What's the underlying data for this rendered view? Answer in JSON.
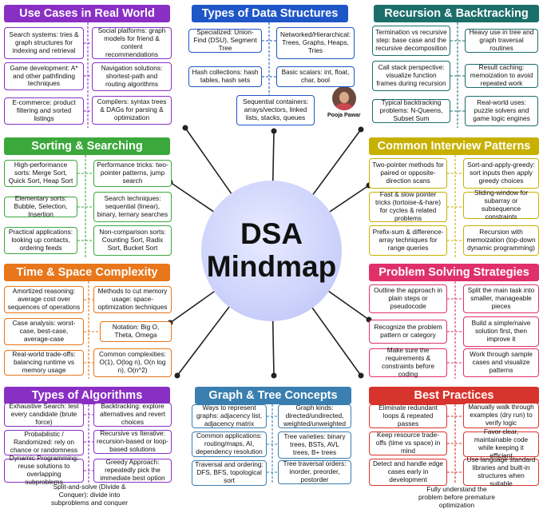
{
  "title_lines": [
    "DSA",
    "Mindmap"
  ],
  "author": "Pooja Pawar",
  "colors": {
    "purple": "#8a2fc4",
    "blue": "#1e56c8",
    "teal": "#1b6e6a",
    "green": "#3ba83b",
    "yellow": "#c8b000",
    "orange": "#e8761a",
    "pink": "#e0306a",
    "steelblue": "#3a7fb0",
    "red": "#d8342e"
  },
  "sections": {
    "use_cases": {
      "title": "Use Cases in Real World",
      "items": [
        "Search systems: tries & graph structures for indexing and retrieval",
        "Social platforms: graph models for friend & content recommendations",
        "Game development: A* and other pathfinding techniques",
        "Navigation solutions: shortest-path and routing algorithms",
        "E-commerce: product filtering and sorted listings",
        "Compilers: syntax trees & DAGs for parsing & optimization"
      ]
    },
    "data_structures": {
      "title": "Types of Data Structures",
      "items": [
        "Specialized: Union-Find (DSU), Segment Tree",
        "Networked/Hierarchical: Trees, Graphs, Heaps, Tries",
        "Hash collections: hash tables, hash sets",
        "Basic scalars: int, float, char, bool",
        "Sequential containers: arrays/vectors, linked lists, stacks, queues"
      ]
    },
    "recursion": {
      "title": "Recursion & Backtracking",
      "items": [
        "Termination vs recursive step: base case and the recursive decomposition",
        "Heavy use in tree and graph traversal routines",
        "Call stack perspective: visualize function frames during recursion",
        "Result caching: memoization to avoid repeated work",
        "Typical backtracking problems: N-Queens, Subset Sum",
        "Real-world uses: puzzle solvers and game logic engines"
      ]
    },
    "sorting": {
      "title": "Sorting & Searching",
      "items": [
        "High-performance sorts: Merge Sort, Quick Sort, Heap Sort",
        "Performance tricks: two-pointer patterns, jump search",
        "Elementary sorts: Bubble, Selection, Insertion",
        "Search techniques: sequential (linear), binary, ternary searches",
        "Practical applications: looking up contacts, ordering feeds",
        "Non-comparison sorts: Counting Sort, Radix Sort, Bucket Sort"
      ]
    },
    "interview": {
      "title": "Common Interview Patterns",
      "items": [
        "Two-pointer methods for paired or opposite-direction scans",
        "Sort-and-apply-greedy: sort inputs then apply greedy choices",
        "Fast & slow pointer tricks (tortoise-&-hare) for cycles & related problems",
        "Sliding-window for subarray or subsequence constraints",
        "Prefix-sum & difference-array techniques for range queries",
        "Recursion with memoization (top-down dynamic programming)"
      ]
    },
    "complexity": {
      "title": "Time & Space Complexity",
      "items": [
        "Amortized reasoning: average cost over sequences of operations",
        "Methods to cut memory usage: space-optimization techniques",
        "Case analysis: worst-case, best-case, average-case",
        "Notation: Big O, Theta, Omega",
        "Real-world trade-offs: balancing runtime vs memory usage",
        "Common complexities: O(1), O(log n), O(n log n), O(n^2)"
      ]
    },
    "problem_solving": {
      "title": "Problem Solving Strategies",
      "items": [
        "Outline the approach in plain steps or pseudocode",
        "Split the main task into smaller, manageable pieces",
        "Recognize the problem pattern or category",
        "Build a simple/naive solution first, then improve it",
        "Make sure the requirements & constraints before coding",
        "Work through sample cases and visualize patterns"
      ]
    },
    "algorithms": {
      "title": "Types of Algorithms",
      "items": [
        "Exhaustive Search: test every candidate (brute force)",
        "Backtracking: explore alternatives and revert choices",
        "Probabilistic / Randomized: rely on chance or randomness",
        "Recursive vs Iterative: recursion-based or loop-based solutions",
        "Dynamic Programming: reuse solutions to overlapping subproblems",
        "Greedy Approach: repeatedly pick the immediate best option",
        "Split-and-solve (Divide & Conquer): divide into subproblems and conquer"
      ]
    },
    "graph_tree": {
      "title": "Graph & Tree Concepts",
      "items": [
        "Ways to represent graphs: adjacency list, adjacency matrix",
        "Graph kinds: directed/undirected, weighted/unweighted",
        "Common applications: routing/maps, AI, dependency resolution",
        "Tree varieties: binary trees, BSTs, AVL trees, B+ trees",
        "Traversal and ordering: DFS, BFS, topological sort",
        "Tree traversal orders: inorder, preorder, postorder"
      ]
    },
    "best_practices": {
      "title": "Best Practices",
      "items": [
        "Eliminate redundant loops & repeated passes",
        "Manually walk through examples (dry run) to verify logic",
        "Keep resource trade-offs (time vs space) in mind",
        "Favor clear, maintainable code while keeping it efficient",
        "Detect and handle edge cases early in development",
        "Use language standard libraries and built-in structures when suitable",
        "Fully understand the problem before premature optimization"
      ]
    }
  }
}
